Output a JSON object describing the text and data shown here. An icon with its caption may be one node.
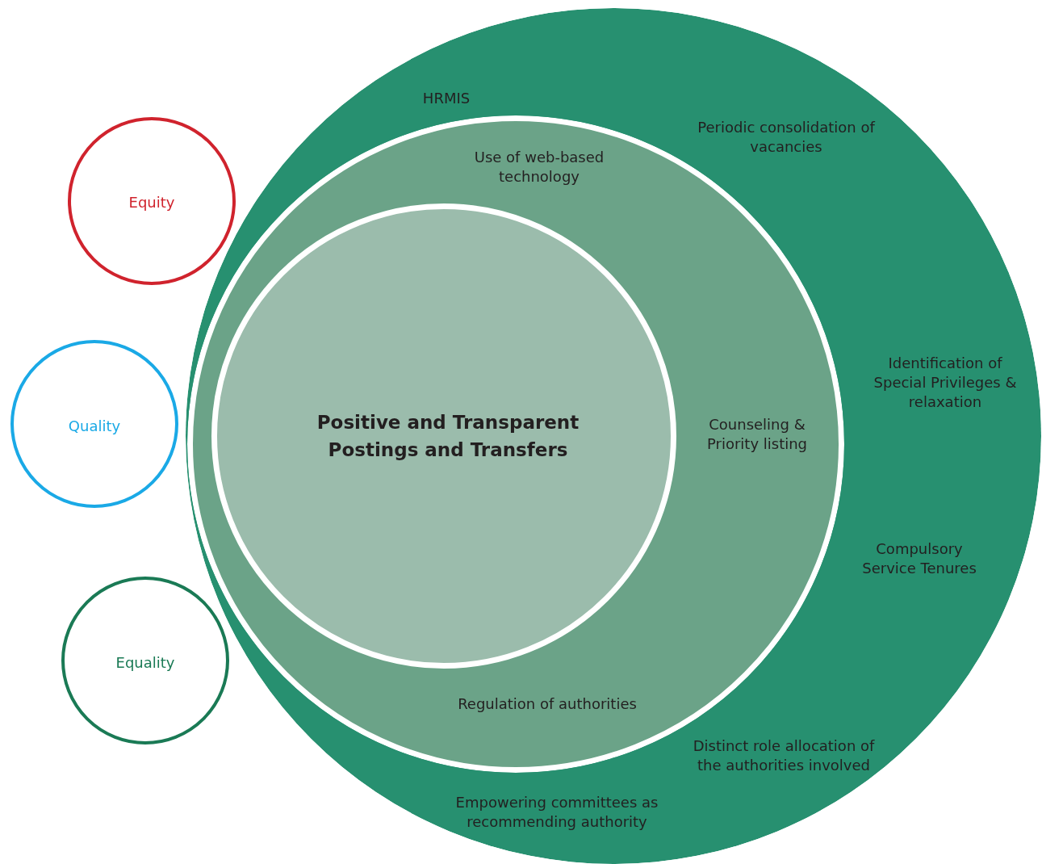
{
  "diagram": {
    "nodes": [
      {
        "text": [
          "HRMIS",
          "Periodic consolidation of vacancies",
          "Identification of Special Privileges & relaxation",
          "Compulsory Service Tenures",
          "Distinct role allocation of the authorities involved",
          "Empowering committees as recommending authority"
        ]
      },
      {
        "text": [
          "Use of web-based technology",
          "Counseling & Priority listing",
          "Regulation of authorities"
        ],
        "in": 0
      },
      {
        "text": [
          "Positive and Transparent Postings and Transfers"
        ],
        "in": 1
      },
      {
        "text": [
          "Equity"
        ]
      },
      {
        "text": [
          "Quality"
        ]
      },
      {
        "text": [
          "Equality"
        ]
      }
    ]
  }
}
